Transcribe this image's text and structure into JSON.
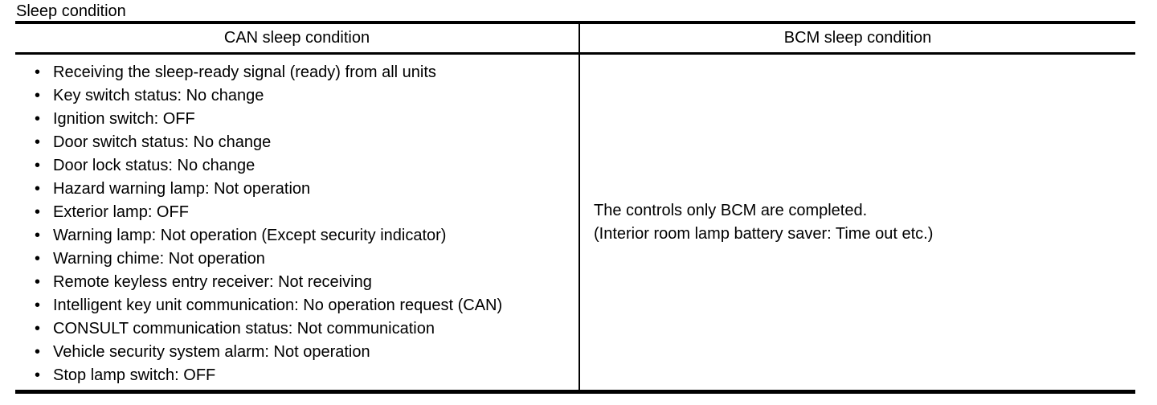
{
  "page": {
    "title": "Sleep condition"
  },
  "table": {
    "bullet_glyph": "•",
    "header": {
      "can": "CAN sleep condition",
      "bcm": "BCM sleep condition"
    },
    "can_conditions": [
      "Receiving the sleep-ready signal (ready) from all units",
      "Key switch status: No change",
      "Ignition switch: OFF",
      "Door switch status: No change",
      "Door lock status: No change",
      "Hazard warning lamp: Not operation",
      "Exterior lamp: OFF",
      "Warning lamp: Not operation (Except security indicator)",
      "Warning chime: Not operation",
      "Remote keyless entry receiver: Not receiving",
      "Intelligent key unit communication: No operation request (CAN)",
      "CONSULT communication status: Not communication",
      "Vehicle security system alarm: Not operation",
      "Stop lamp switch: OFF"
    ],
    "bcm_conditions": [
      "The controls only BCM are completed.",
      "(Interior room lamp battery saver: Time out etc.)"
    ]
  },
  "colors": {
    "background": "#ffffff",
    "text": "#000000",
    "border": "#000000"
  }
}
